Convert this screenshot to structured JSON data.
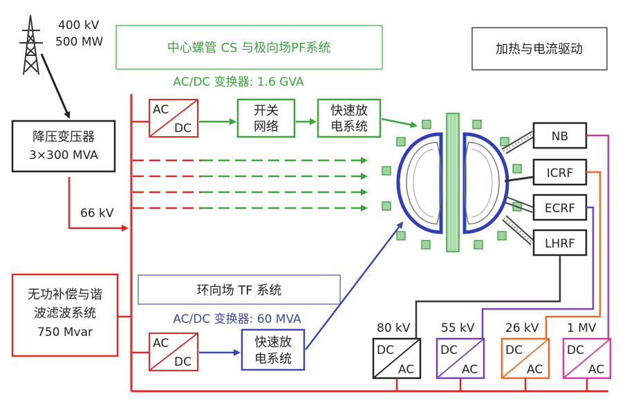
{
  "supply": {
    "voltage": "400 kV",
    "power": "500 MW"
  },
  "transformer": {
    "line1": "降压变压器",
    "line2": "3×300 MVA"
  },
  "bus_voltage": "66 kV",
  "compensation": {
    "line1": "无功补偿与谐",
    "line2": "波滤波系统",
    "line3": "750 Mvar"
  },
  "pf_system": {
    "title": "中心螺管 CS 与极向场PF系统",
    "converter": "AC/DC 变换器: 1.6 GVA",
    "switch_net": {
      "line1": "开关",
      "line2": "网络"
    },
    "fast_discharge": {
      "line1": "快速放",
      "line2": "电系统"
    }
  },
  "tf_system": {
    "title": "环向场 TF 系统",
    "converter": "AC/DC 变换器: 60 MVA",
    "fast_discharge": {
      "line1": "快速放",
      "line2": "电系统"
    }
  },
  "heating": {
    "title": "加热与电流驱动",
    "systems": [
      "NB",
      "ICRF",
      "ECRF",
      "LHRF"
    ]
  },
  "converter_labels": {
    "ac": "AC",
    "dc": "DC"
  },
  "hcd_converters": [
    {
      "voltage": "80 kV",
      "color": "#222222"
    },
    {
      "voltage": "55 kV",
      "color": "#7a3fb5"
    },
    {
      "voltage": "26 kV",
      "color": "#ef6b25"
    },
    {
      "voltage": "1 MV",
      "color": "#d63a9d"
    }
  ],
  "colors": {
    "red": "#e02828",
    "green": "#3aa53a",
    "blue": "#3a48b0",
    "nb": "#c2369a",
    "icrf": "#ef6b25",
    "ecrf": "#7a3fb5",
    "lhrf": "#222222"
  }
}
